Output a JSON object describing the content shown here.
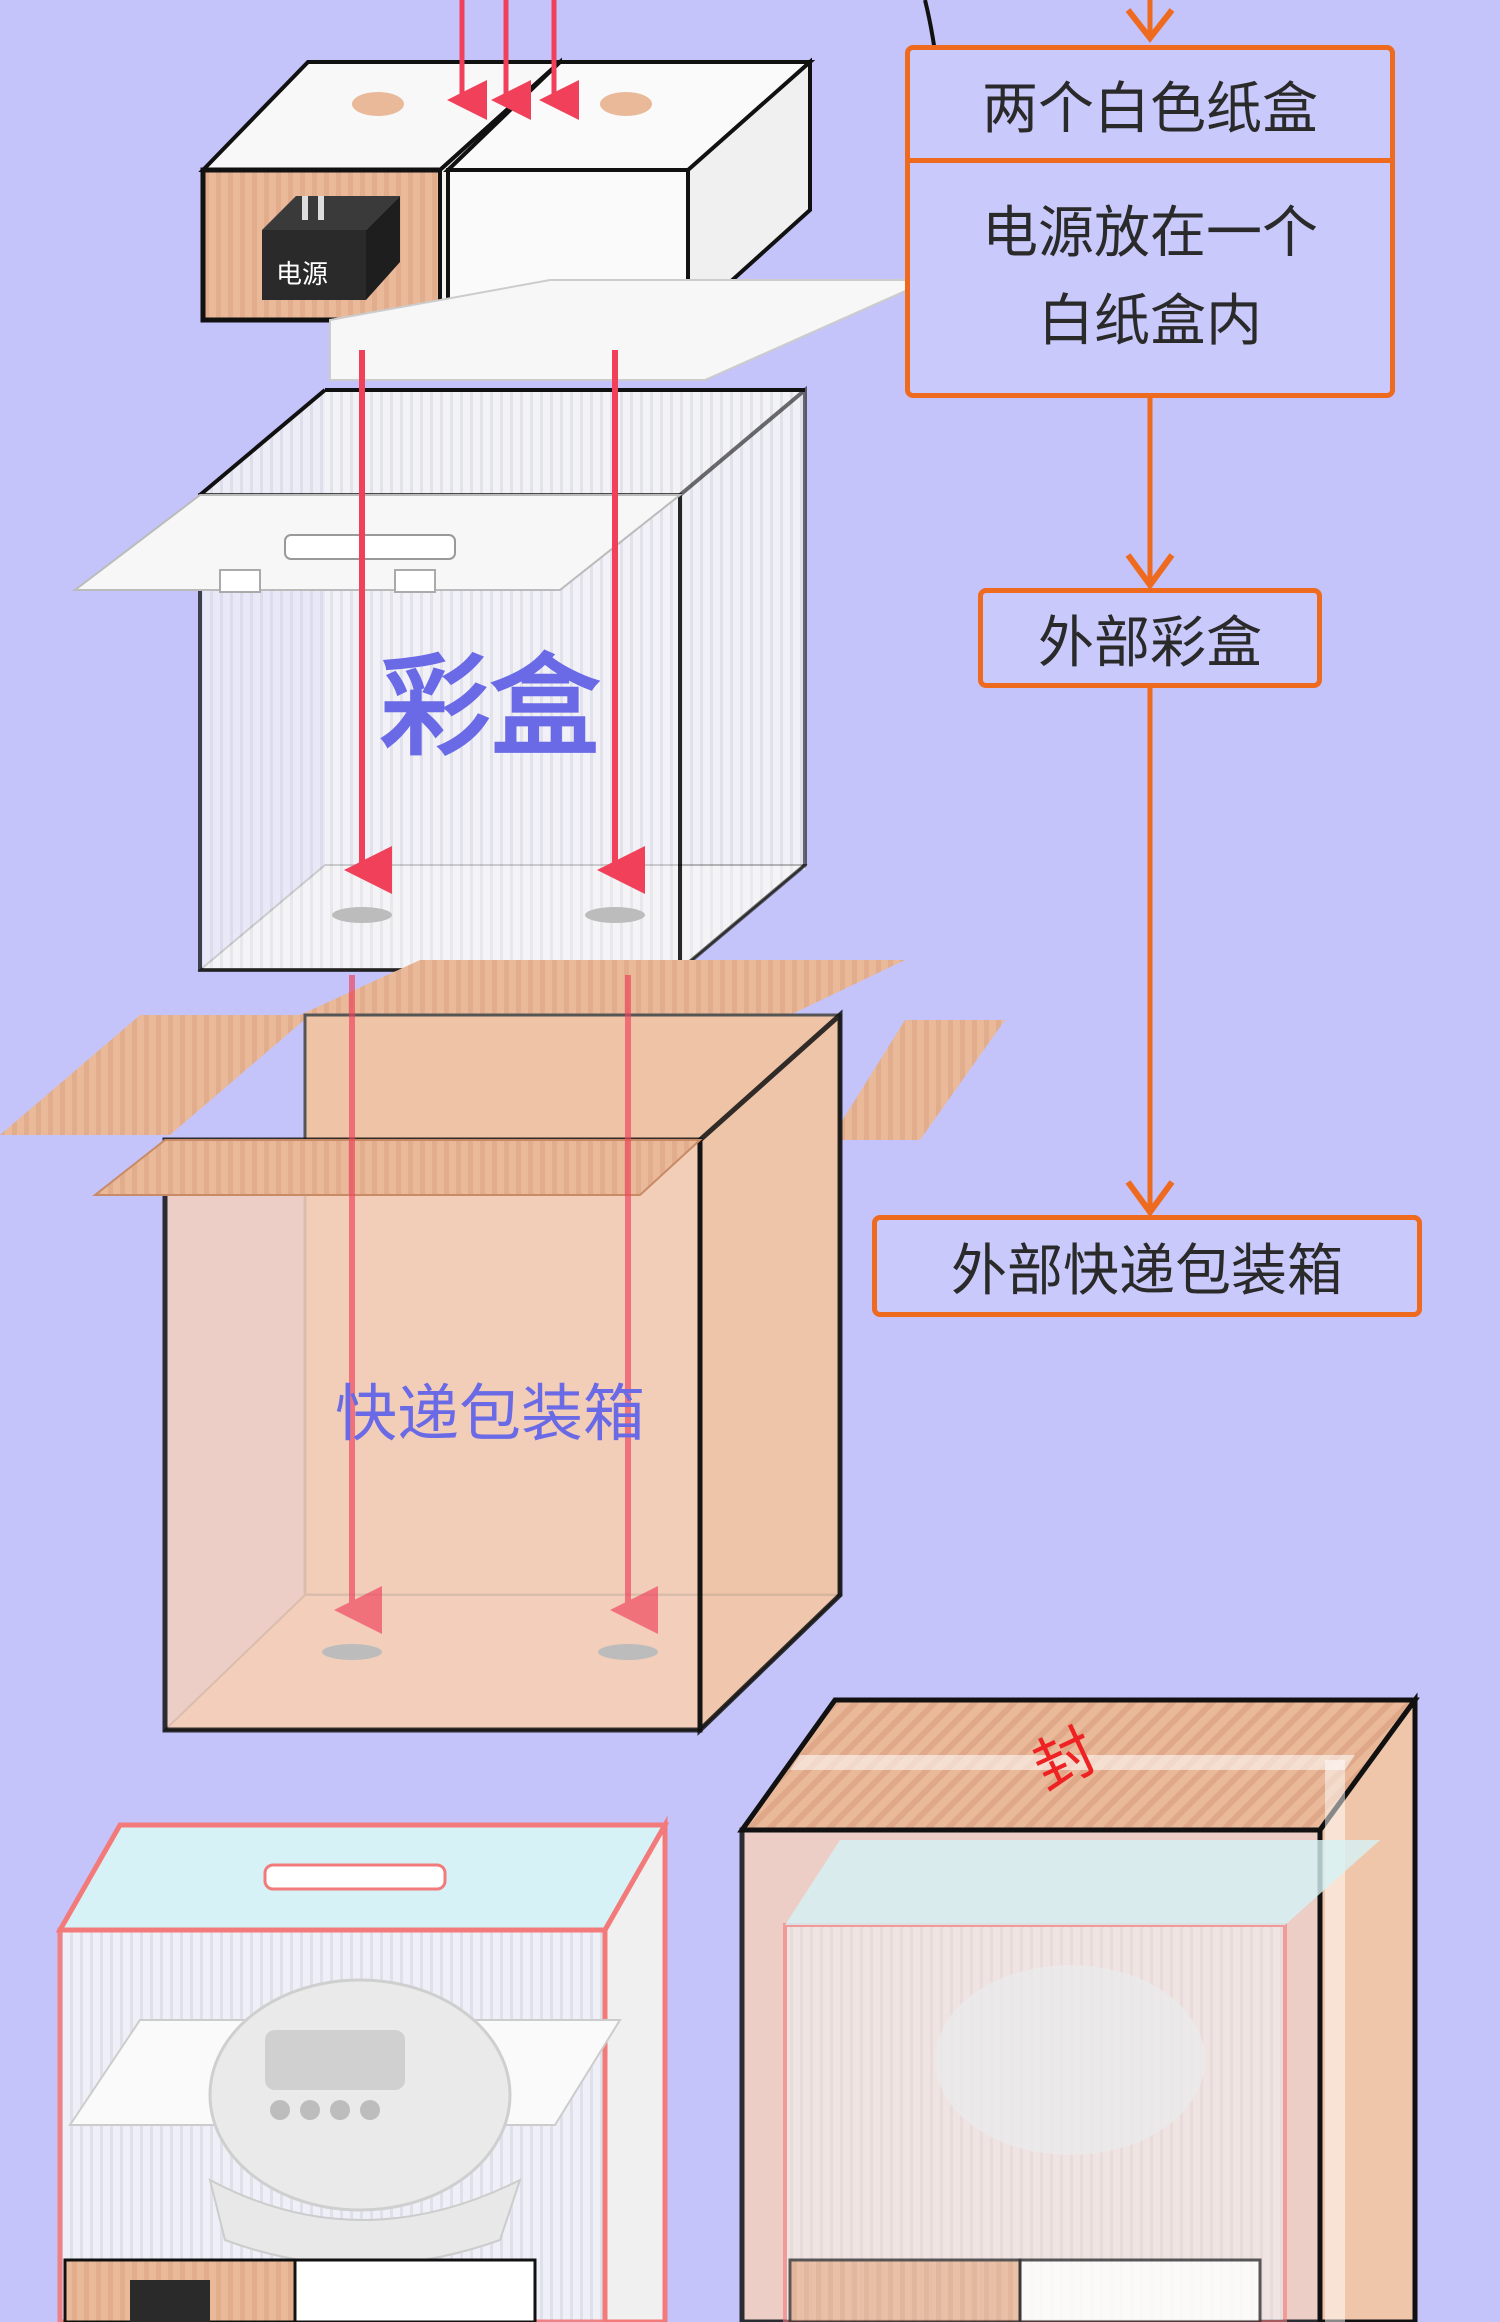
{
  "colors": {
    "background": "#c4c4fa",
    "flow_border": "#ee6a1f",
    "arrow": "#f0405a",
    "box_label": "#6a6ae6",
    "cardboard": "#e9b999",
    "cardboard_face": "#f3d0bd"
  },
  "diagram": {
    "adapter_label": "电源",
    "color_box_label": "彩盒",
    "shipping_box_label": "快递包装箱",
    "seal_label": "封"
  },
  "flow": {
    "step1": "两个白色纸盒",
    "step2_line1": "电源放在一个",
    "step2_line2": "白纸盒内",
    "step3": "外部彩盒",
    "step4": "外部快递包装箱"
  }
}
